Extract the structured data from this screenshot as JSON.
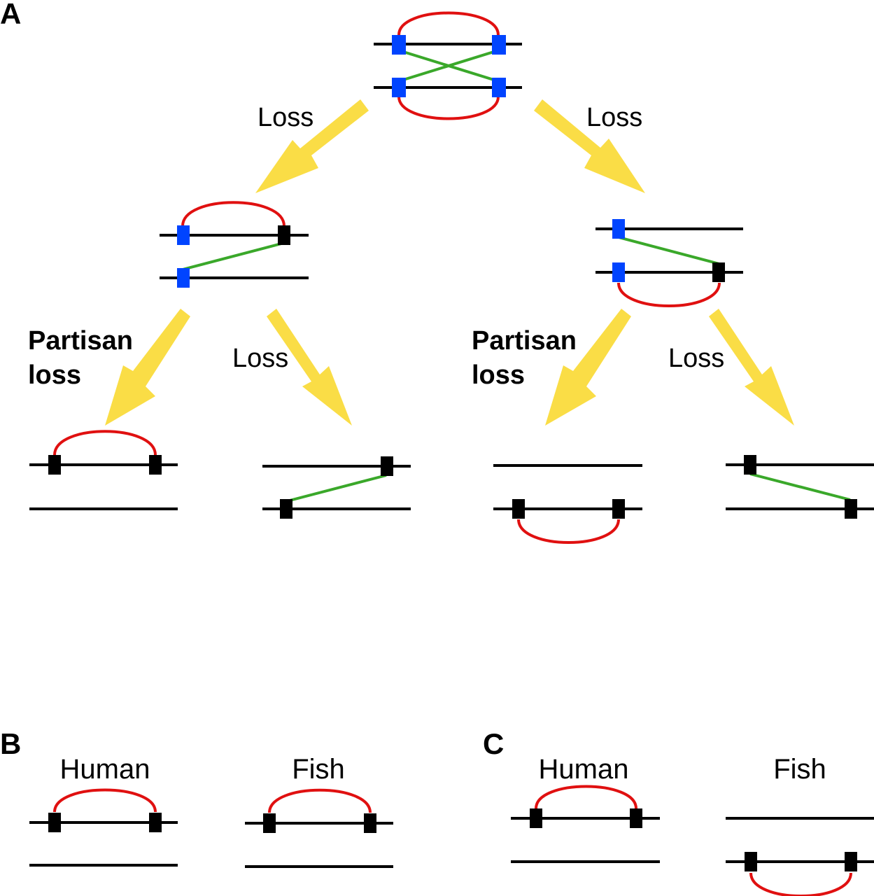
{
  "colors": {
    "chromosome": "#000000",
    "retained_gene": "#0044ff",
    "lost_partner_gene": "#000000",
    "same_chrom_link": "#e01010",
    "cross_chrom_link": "#3aa82a",
    "arrow": "#fadd46"
  },
  "panels": {
    "A": {
      "label": "A",
      "arrows": [
        {
          "id": "root-left",
          "label": "Loss",
          "bold": false
        },
        {
          "id": "root-right",
          "label": "Loss",
          "bold": false
        },
        {
          "id": "left-left",
          "label": "Partisan loss",
          "label_lines": [
            "Partisan",
            "loss"
          ],
          "bold": true
        },
        {
          "id": "left-right",
          "label": "Loss",
          "bold": false
        },
        {
          "id": "right-left",
          "label": "Partisan loss",
          "label_lines": [
            "Partisan",
            "loss"
          ],
          "bold": true
        },
        {
          "id": "right-right",
          "label": "Loss",
          "bold": false
        }
      ],
      "states": [
        {
          "id": "ancestral",
          "description": "Two chromosomes, four genes (blue), intra-chromosome arcs on both, crossed links between"
        },
        {
          "id": "left-intermediate",
          "description": "Top arc retained, one cross link"
        },
        {
          "id": "right-intermediate",
          "description": "Bottom arc retained, one cross link"
        },
        {
          "id": "outcome-1",
          "description": "Top arc only"
        },
        {
          "id": "outcome-2",
          "description": "Cross link only"
        },
        {
          "id": "outcome-3",
          "description": "Bottom arc only"
        },
        {
          "id": "outcome-4",
          "description": "Cross link only"
        }
      ]
    },
    "B": {
      "label": "B",
      "species": [
        "Human",
        "Fish"
      ]
    },
    "C": {
      "label": "C",
      "species": [
        "Human",
        "Fish"
      ]
    }
  }
}
